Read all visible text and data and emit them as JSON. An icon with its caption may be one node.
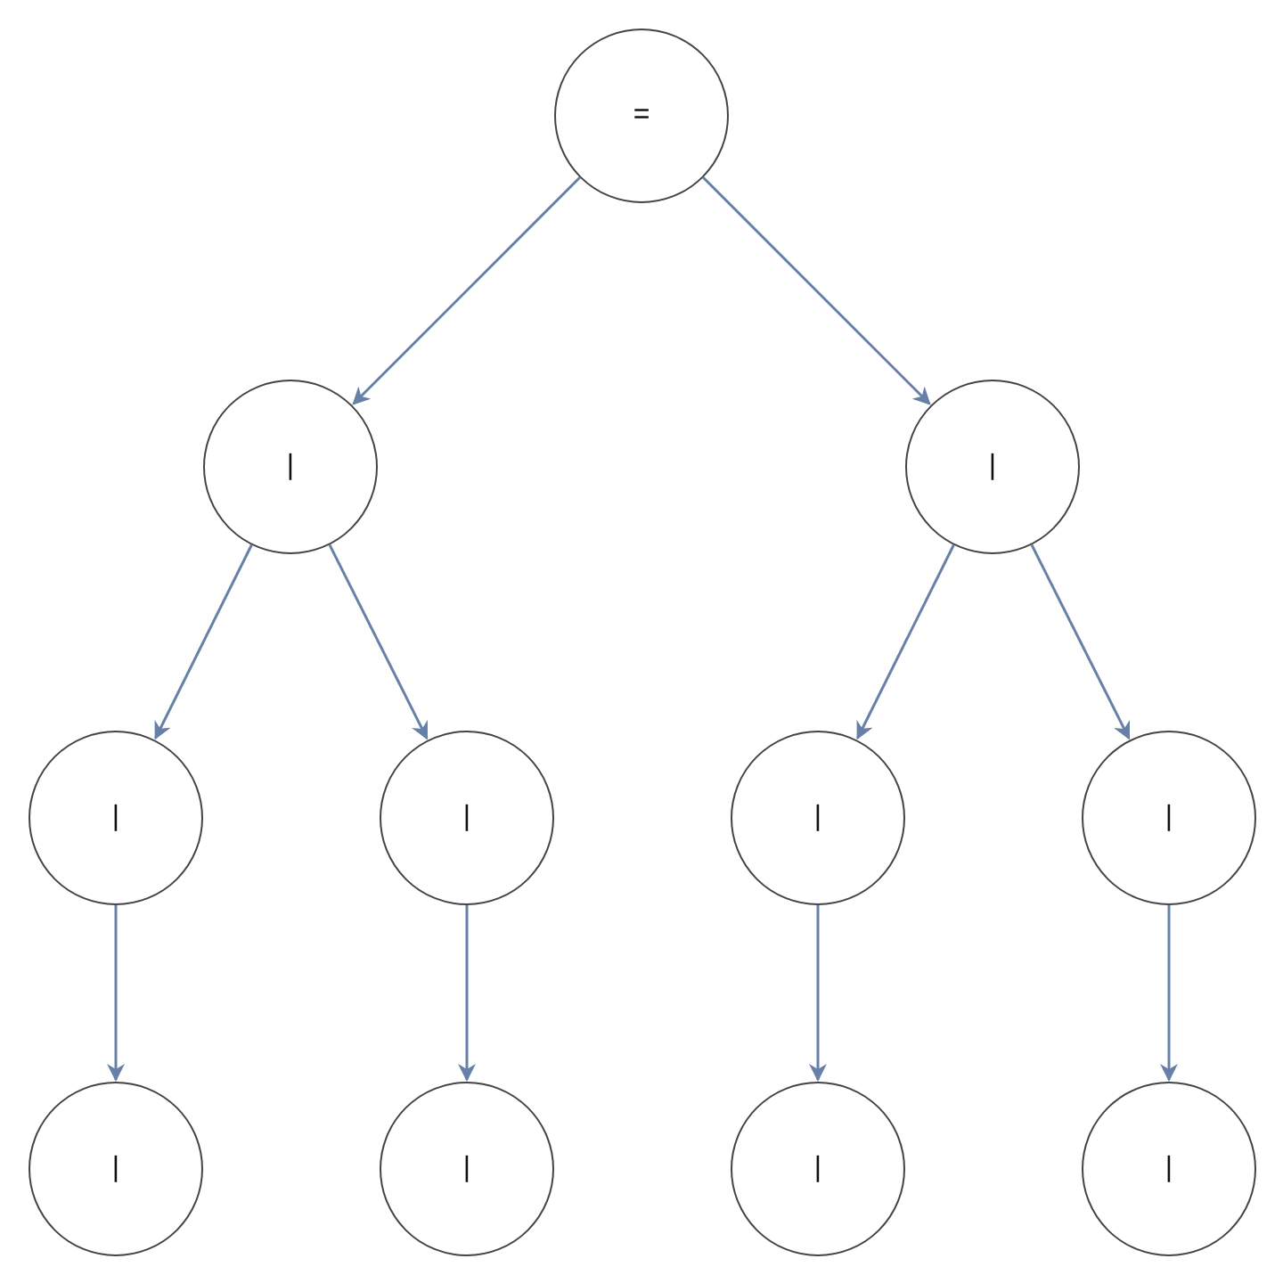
{
  "diagram": {
    "nodes": [
      {
        "text": [
          "="
        ]
      },
      {
        "text": [
          "|"
        ]
      },
      {
        "text": [
          "|"
        ]
      },
      {
        "text": [
          "|"
        ]
      },
      {
        "text": [
          "|"
        ]
      },
      {
        "text": [
          "|"
        ]
      },
      {
        "text": [
          "|"
        ]
      },
      {
        "text": [
          "|"
        ]
      },
      {
        "text": [
          "|"
        ]
      },
      {
        "text": [
          "|"
        ]
      },
      {
        "text": [
          "|"
        ]
      }
    ],
    "edges": [
      {
        "from": 0,
        "to": 1,
        "arrow": "to"
      },
      {
        "from": 0,
        "to": 2,
        "arrow": "to"
      },
      {
        "from": 1,
        "to": 3,
        "arrow": "to"
      },
      {
        "from": 1,
        "to": 4,
        "arrow": "to"
      },
      {
        "from": 2,
        "to": 5,
        "arrow": "to"
      },
      {
        "from": 2,
        "to": 6,
        "arrow": "to"
      },
      {
        "from": 3,
        "to": 7,
        "arrow": "to"
      },
      {
        "from": 4,
        "to": 8,
        "arrow": "to"
      },
      {
        "from": 5,
        "to": 9,
        "arrow": "to"
      },
      {
        "from": 6,
        "to": 10,
        "arrow": "to"
      }
    ]
  }
}
